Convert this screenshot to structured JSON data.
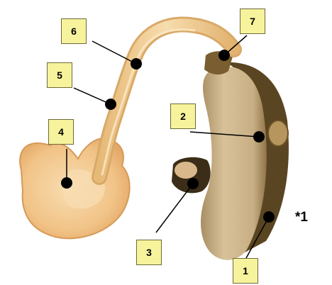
{
  "labels": {
    "l1": "1",
    "l2": "2",
    "l3": "3",
    "l4": "4",
    "l5": "5",
    "l6": "6",
    "l7": "7"
  },
  "footnote_marker": "*1",
  "colors": {
    "label_fill": "#f6f39c",
    "label_border": "#6d6b3b",
    "ear_mold": "#f3c98e",
    "tube": "#ecc48a",
    "hearing_aid_body": "#cbb28a",
    "hearing_aid_dark": "#5a4522",
    "marker": "#000000"
  }
}
